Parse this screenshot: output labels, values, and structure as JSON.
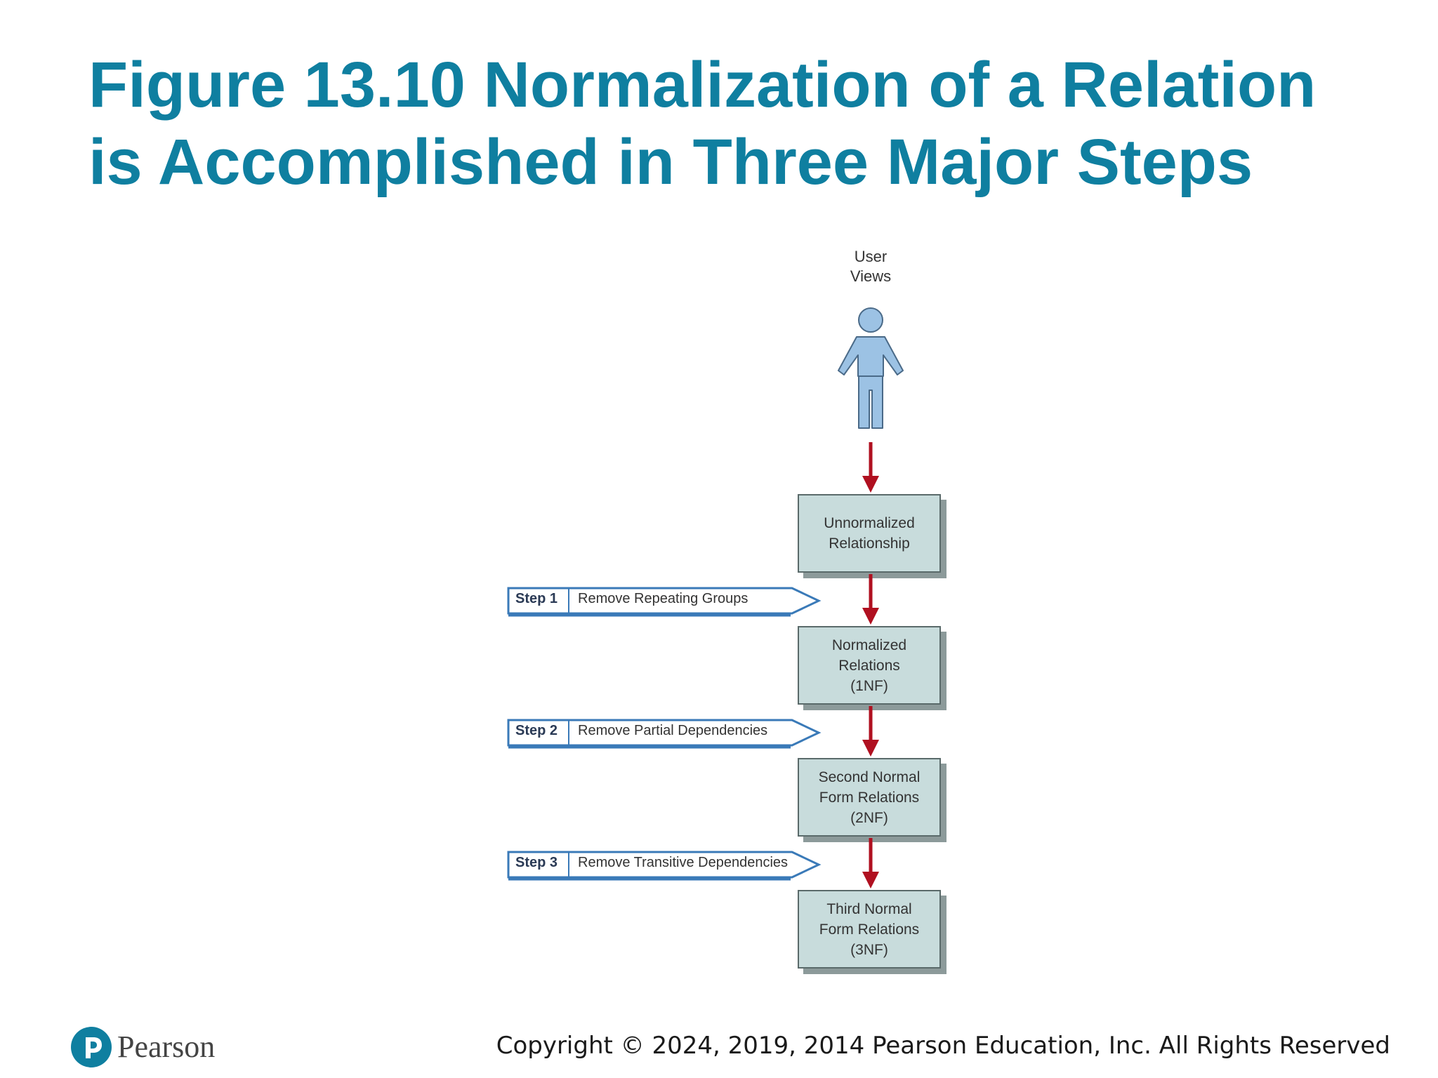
{
  "slide": {
    "title_line1": "Figure 13.10 Normalization of a Relation",
    "title_line2": "is Accomplished in Three Major Steps",
    "copyright": "Copyright © 2024, 2019, 2014 Pearson Education, Inc. All Rights Reserved",
    "brand": "Pearson",
    "brand_color": "#0f7fa0"
  },
  "diagram": {
    "user_label_line1": "User",
    "user_label_line2": "Views",
    "user_icon": "person-icon",
    "boxes": [
      {
        "text": "Unnormalized\nRelationship"
      },
      {
        "text": "Normalized\nRelations\n(1NF)"
      },
      {
        "text": "Second Normal\nForm Relations\n(2NF)"
      },
      {
        "text": "Third Normal\nForm Relations\n(3NF)"
      }
    ],
    "steps": [
      {
        "number": "Step 1",
        "text": "Remove Repeating Groups"
      },
      {
        "number": "Step 2",
        "text": "Remove Partial Dependencies"
      },
      {
        "number": "Step 3",
        "text": "Remove Transitive Dependencies"
      }
    ],
    "colors": {
      "box_fill": "#c8dcdc",
      "arrow": "#b01020",
      "person": "#9cc2e4",
      "step_accent": "#3a7ab8"
    }
  }
}
